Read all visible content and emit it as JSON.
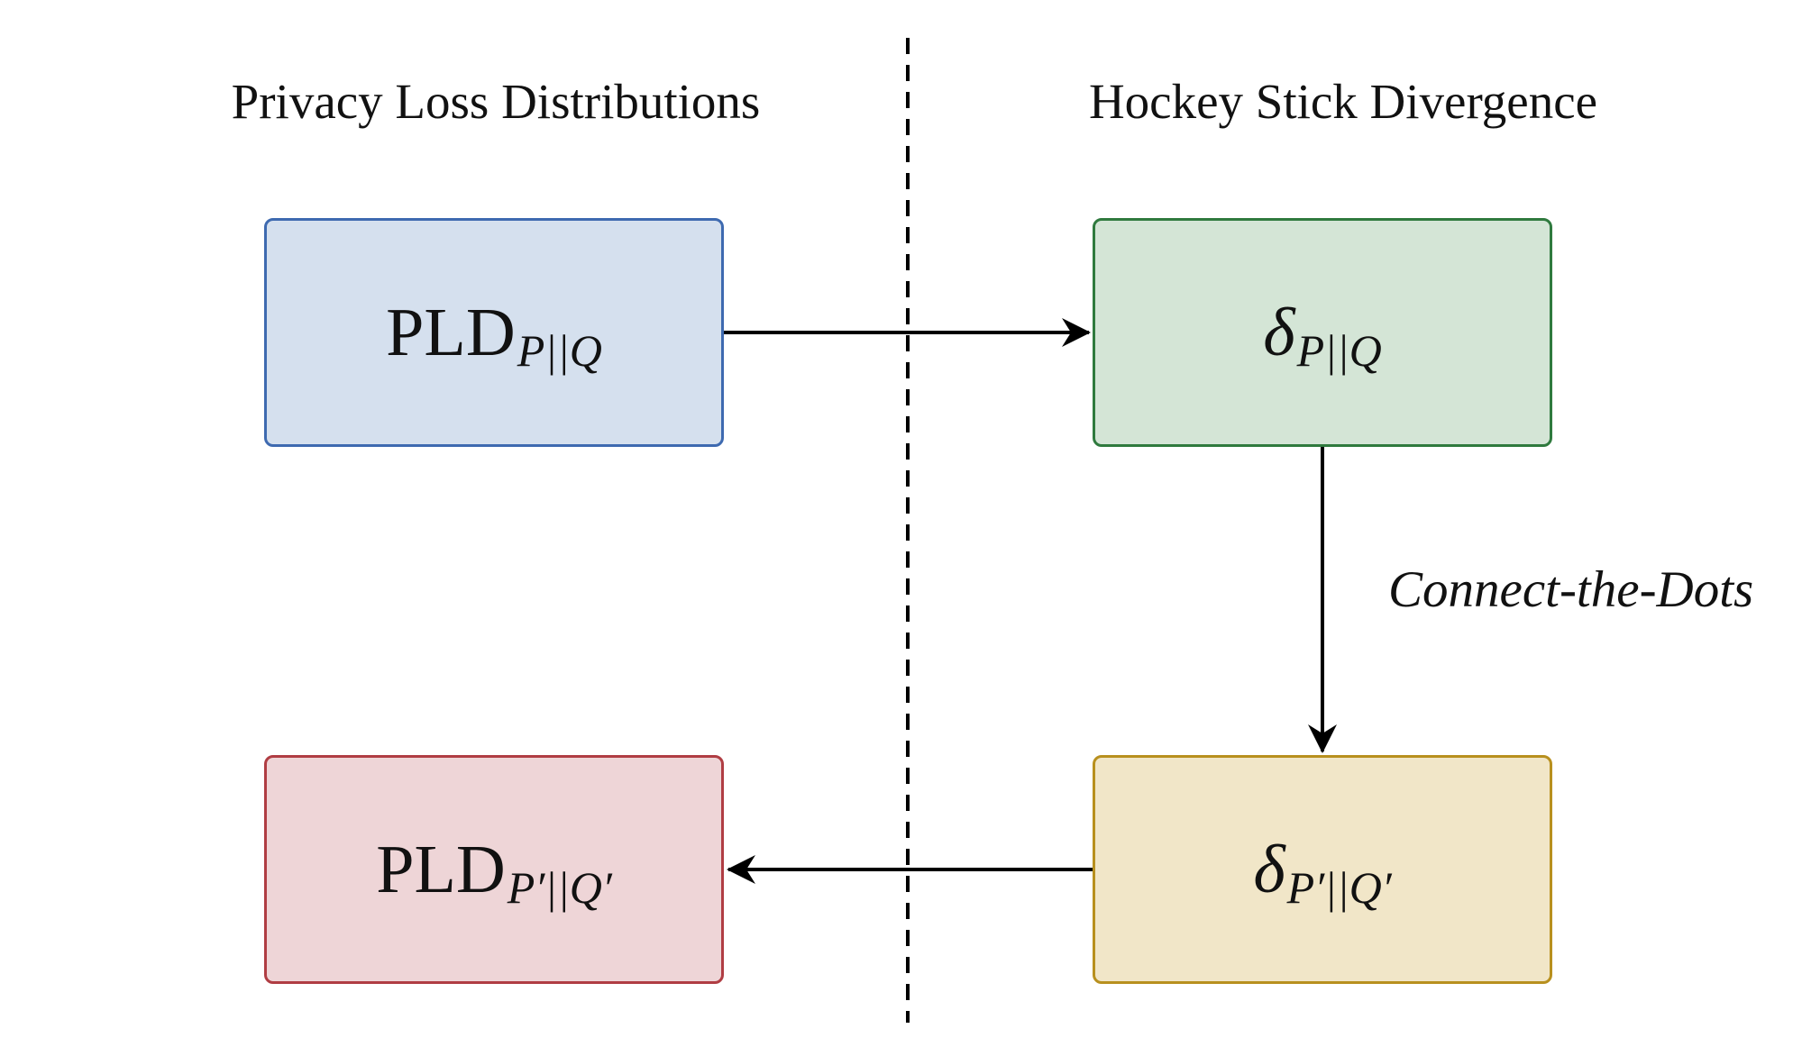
{
  "headings": {
    "left": "Privacy Loss Distributions",
    "right": "Hockey Stick Divergence"
  },
  "nodes": {
    "pld_pq": {
      "main": "PLD",
      "sub": "P||Q",
      "fill": "#d5e0ee",
      "stroke": "#3e6ab0"
    },
    "delta_pq": {
      "main": "δ",
      "sub": "P||Q",
      "fill": "#d4e5d6",
      "stroke": "#2f7a3e"
    },
    "delta_pqp": {
      "main": "δ",
      "sub": "P′||Q′",
      "fill": "#f1e6c8",
      "stroke": "#b8901e"
    },
    "pld_pqp": {
      "main": "PLD",
      "sub": "P′||Q′",
      "fill": "#eed5d7",
      "stroke": "#b03d43"
    }
  },
  "edges": {
    "connect_label": "Connect-the-Dots"
  }
}
